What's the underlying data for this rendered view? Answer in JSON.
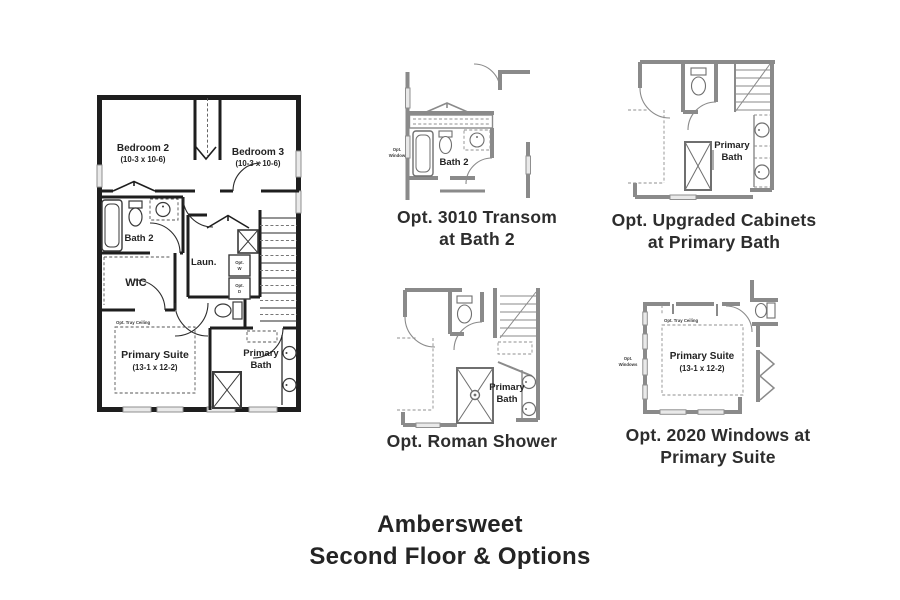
{
  "title": {
    "line1": "Ambersweet",
    "line2": "Second Floor & Options"
  },
  "main_plan": {
    "bedroom2_label": "Bedroom 2",
    "bedroom2_dims": "(10-3 x 10-6)",
    "bedroom3_label": "Bedroom 3",
    "bedroom3_dims": "(10-3 x 10-6)",
    "bath2_label": "Bath 2",
    "wic_label": "WIC",
    "laundry_label": "Laun.",
    "opt_washer_line1": "Opt.",
    "opt_washer_line2": "W",
    "opt_dryer_line1": "Opt.",
    "opt_dryer_line2": "D",
    "tray_ceiling_note": "Opt. Tray Ceiling",
    "primary_suite_label": "Primary Suite",
    "primary_suite_dims": "(13-1 x 12-2)",
    "primary_bath_line1": "Primary",
    "primary_bath_line2": "Bath"
  },
  "option_transom": {
    "caption_line1": "Opt. 3010 Transom",
    "caption_line2": "at Bath 2",
    "room_label": "Bath 2",
    "window_note_line1": "Opt.",
    "window_note_line2": "Window"
  },
  "option_cabinets": {
    "caption_line1": "Opt. Upgraded Cabinets",
    "caption_line2": "at Primary Bath",
    "room_line1": "Primary",
    "room_line2": "Bath"
  },
  "option_roman_shower": {
    "caption": "Opt. Roman Shower",
    "room_line1": "Primary",
    "room_line2": "Bath"
  },
  "option_windows": {
    "caption_line1": "Opt. 2020 Windows at",
    "caption_line2": "Primary Suite",
    "room_label": "Primary Suite",
    "room_dims": "(13-1 x 12-2)",
    "tray_ceiling_note": "Opt. Tray Ceiling",
    "windows_note_line1": "Opt.",
    "windows_note_line2": "Windows"
  },
  "colors": {
    "background": "#ffffff",
    "main_wall": "#1e1e1e",
    "option_wall": "#8a8a8a",
    "text": "#2d2d2d",
    "window_fill": "#e9e9e9"
  }
}
